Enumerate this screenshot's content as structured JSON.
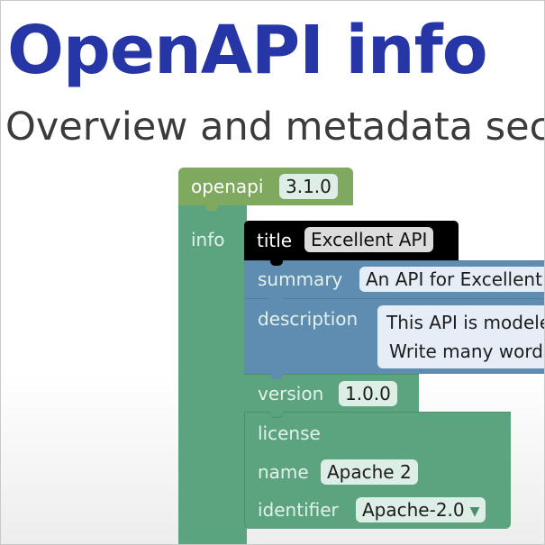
{
  "header": {
    "title": "OpenAPI info",
    "subtitle": "Overview and metadata sect"
  },
  "colors": {
    "title": "#2636a6",
    "subtitle": "#3b3b3b",
    "openapi_block": "#7fa95f",
    "info_block": "#5ba47f",
    "title_block": "#000000",
    "summary_block": "#5f8db1",
    "version_block": "#5ba47f"
  },
  "blocks": {
    "openapi": {
      "label": "openapi",
      "value": "3.1.0"
    },
    "info": {
      "label": "info"
    },
    "title": {
      "label": "title",
      "value": "Excellent API"
    },
    "summary": {
      "label": "summary",
      "value": "An API for Excellent"
    },
    "description": {
      "label": "description",
      "lines": [
        "This API is modeled",
        "Write many words"
      ]
    },
    "version": {
      "label": "version",
      "value": "1.0.0"
    },
    "license": {
      "label": "license",
      "name_label": "name",
      "name_value": "Apache 2",
      "identifier_label": "identifier",
      "identifier_value": "Apache-2.0",
      "identifier_icon": "dropdown-arrow-icon"
    }
  }
}
